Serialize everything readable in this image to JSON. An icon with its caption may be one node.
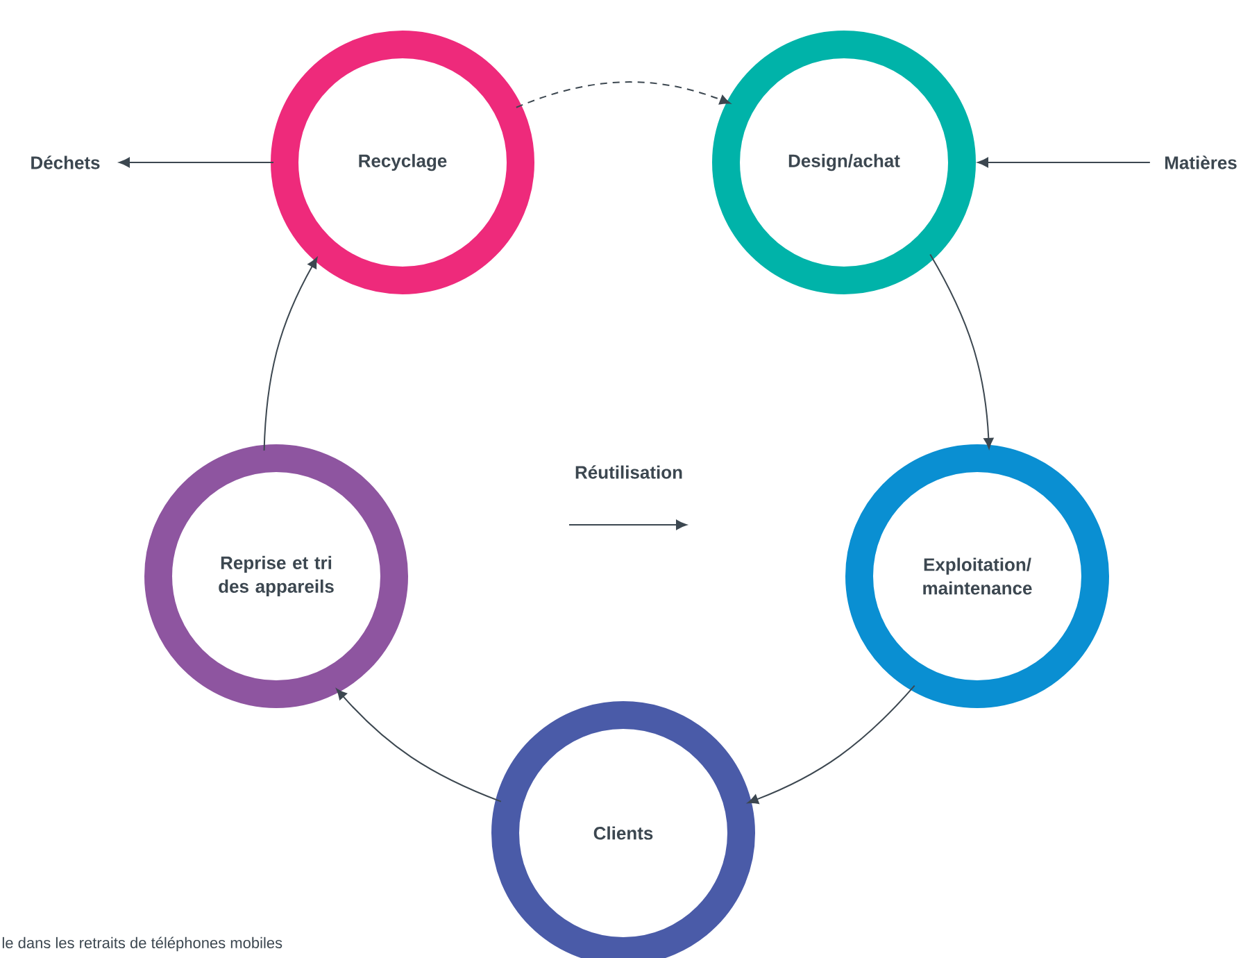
{
  "diagram": {
    "nodes": [
      {
        "text": [
          "Recyclage"
        ]
      },
      {
        "text": [
          "Design/achat"
        ]
      },
      {
        "text": [
          "Exploitation/ maintenance"
        ]
      },
      {
        "text": [
          "Clients"
        ]
      },
      {
        "text": [
          "Reprise et tri des appareils"
        ]
      },
      {
        "text": [
          "Déchets"
        ]
      },
      {
        "text": [
          "Matières"
        ]
      }
    ],
    "edges": [
      {
        "from": 0,
        "to": 1,
        "arrow": "to",
        "style": "dashed"
      },
      {
        "from": 1,
        "to": 2,
        "arrow": "to"
      },
      {
        "from": 2,
        "to": 3,
        "arrow": "to"
      },
      {
        "from": 3,
        "to": 4,
        "arrow": "to"
      },
      {
        "from": 4,
        "to": 0,
        "arrow": "to"
      },
      {
        "from": 0,
        "to": 5,
        "arrow": "to"
      },
      {
        "from": 6,
        "to": 1,
        "arrow": "to"
      }
    ],
    "labels": [
      "Réutilisation",
      "le dans les retraits de téléphones mobiles"
    ]
  }
}
